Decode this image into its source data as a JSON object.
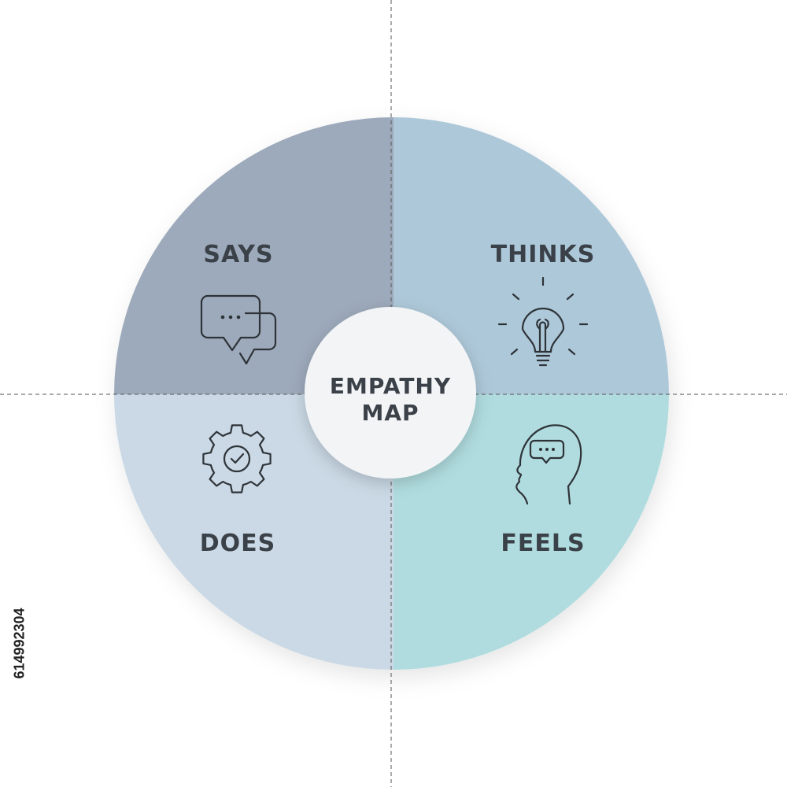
{
  "title_line1": "EMPATHY",
  "title_line2": "MAP",
  "quadrants": [
    {
      "id": "says",
      "label": "SAYS",
      "icon": "chat-bubbles-icon",
      "color": "#9daabb"
    },
    {
      "id": "thinks",
      "label": "THINKS",
      "icon": "lightbulb-icon",
      "color": "#adc8d9"
    },
    {
      "id": "does",
      "label": "DOES",
      "icon": "gear-check-icon",
      "color": "#cad9e5"
    },
    {
      "id": "feels",
      "label": "FEELS",
      "icon": "head-speech-icon",
      "color": "#b0dcdf"
    }
  ],
  "side_id": "614992304"
}
